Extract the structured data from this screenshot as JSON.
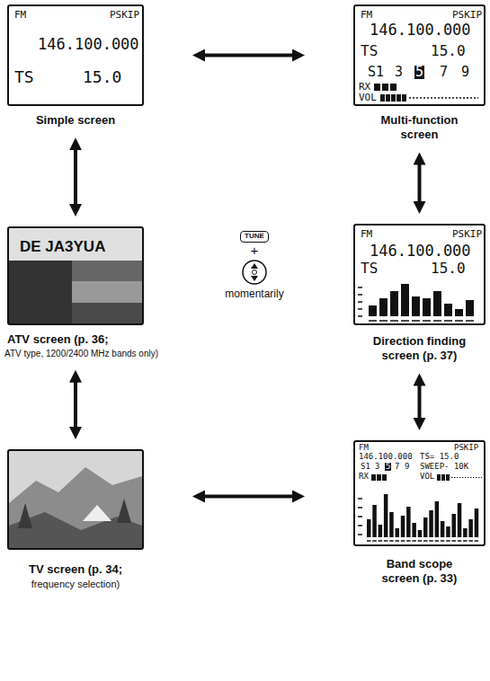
{
  "diagram": {
    "nodes": [
      {
        "text": [
          "FM",
          "PSKIP",
          "146.100.000",
          "TS",
          "15.0",
          "Simple screen"
        ]
      },
      {
        "text": [
          "FM",
          "PSKIP",
          "146.100.000",
          "TS",
          "15.0",
          "S1",
          "3",
          "5",
          "7",
          "9",
          "RX",
          "VOL",
          "Multi-function screen"
        ]
      },
      {
        "text": [
          "DE JA3YUA",
          "ATV screen (p. 36;",
          "ATV type, 1200/2400 MHz bands only)"
        ]
      },
      {
        "text": [
          "TUNE"
        ]
      },
      {
        "text": [
          "FM",
          "PSKIP",
          "146.100.000",
          "TS",
          "15.0",
          "Direction finding screen (p. 37)"
        ]
      },
      {
        "text": [
          "TV screen (p. 34;",
          "frequency selection)"
        ]
      },
      {
        "text": [
          "FM",
          "PSKIP",
          "146.100.000",
          "TS= 15.0",
          "S1",
          "3",
          "5",
          "7",
          "9",
          "SWEEP- 10K",
          "RX",
          "VOL",
          "Band scope screen (p. 33)"
        ]
      }
    ],
    "edges": [
      {
        "from": 0,
        "to": 1,
        "arrow": "both"
      },
      {
        "from": 0,
        "to": 2,
        "arrow": "both"
      },
      {
        "from": 1,
        "to": 4,
        "arrow": "both"
      },
      {
        "from": 2,
        "to": 5,
        "arrow": "both"
      },
      {
        "from": 4,
        "to": 6,
        "arrow": "both"
      },
      {
        "from": 5,
        "to": 6,
        "arrow": "both"
      }
    ],
    "labels": [
      "+",
      "momentarily"
    ]
  }
}
